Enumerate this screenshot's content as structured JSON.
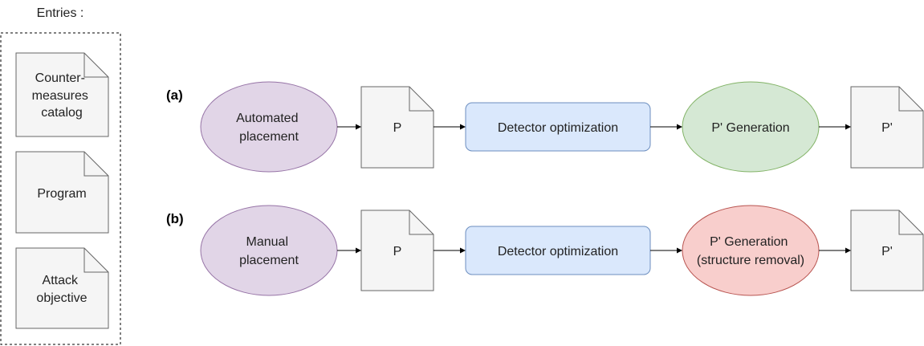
{
  "entries": {
    "title": "Entries :",
    "items": [
      [
        "Counter-",
        "measures",
        "catalog"
      ],
      [
        "Program"
      ],
      [
        "Attack",
        "objective"
      ]
    ]
  },
  "row_a": {
    "label": "(a)",
    "placement": [
      "Automated",
      "placement"
    ],
    "input_doc": "P",
    "detector": "Detector optimization",
    "generation": [
      "P' Generation"
    ],
    "output_doc": "P'"
  },
  "row_b": {
    "label": "(b)",
    "placement": [
      "Manual",
      "placement"
    ],
    "input_doc": "P",
    "detector": "Detector optimization",
    "generation": [
      "P' Generation",
      "(structure removal)"
    ],
    "output_doc": "P'"
  },
  "colors": {
    "placement_fill": "#e1d5e7",
    "placement_stroke": "#9673a6",
    "detector_fill": "#dae8fc",
    "detector_stroke": "#6c8ebf",
    "gen_a_fill": "#d5e8d4",
    "gen_a_stroke": "#82b366",
    "gen_b_fill": "#f8cecc",
    "gen_b_stroke": "#b85450",
    "doc_fill": "#f5f5f5",
    "doc_stroke": "#666666"
  }
}
